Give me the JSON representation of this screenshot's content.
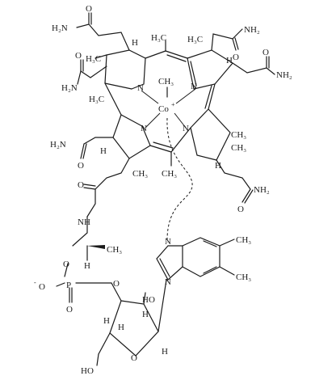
{
  "labels": {
    "amide_top": "H₂N",
    "o_top": "O",
    "h3c_top1": "H₃C",
    "h3c_top2": "H₃C",
    "nh2_top_right": "NH₂",
    "o_top_right": "O",
    "h_left_ring": "H",
    "h3c_left": "H₃C",
    "o_left": "O",
    "h2n_left": "H₂N",
    "h3c_left2": "H₃C",
    "n_left": "N",
    "ch3_co": "CH₃",
    "n_top_right": "N",
    "h_right": "H",
    "o_right": "O",
    "nh2_right": "NH₂",
    "co": "Co",
    "co_charge": "+",
    "n_bottom_left": "N",
    "n_bottom_right": "N",
    "ch3_a": "CH₃",
    "ch3_b": "CH₃",
    "h2n_mid": "H₂N",
    "h_mid": "H",
    "o_mid": "O",
    "ch3_c": "CH₃",
    "ch3_d": "CH₃",
    "h_mid2": "H",
    "nh2_bottom": "NH₂",
    "o_bottom": "O",
    "o_amide": "O",
    "nh": "NH",
    "n_imid1": "N",
    "n_imid2": "N",
    "ch3_e": "CH₃",
    "ch3_f": "CH₃",
    "ch3_g": "CH₃",
    "h_iso": "H",
    "o_ester": "O",
    "o_minus": "O",
    "minus": "-",
    "p": "P",
    "o_p": "O",
    "o_p2": "O",
    "h_sugar1": "H",
    "ho_sugar": "HO",
    "h_sugar2": "H",
    "h_sugar3": "H",
    "o_ring": "O",
    "h_sugar4": "H",
    "ho_bottom": "HO"
  }
}
